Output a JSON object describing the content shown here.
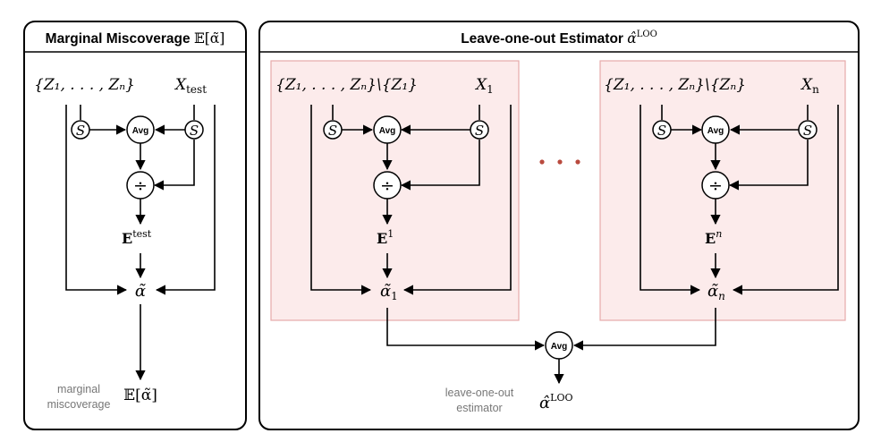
{
  "left_panel": {
    "title": "Marginal Miscoverage",
    "title_math": "𝔼[α̃]",
    "input_set": "{Z₁, . . . , Zₙ}",
    "input_x": "X",
    "input_x_sub": "test",
    "score_symbol": "S",
    "avg_label": "Avg",
    "divide_symbol": "÷",
    "e_label": "E",
    "e_sup": "test",
    "alpha_label": "α̃",
    "output_label": "𝔼[α̃]",
    "caption_line1": "marginal",
    "caption_line2": "miscoverage"
  },
  "right_panel": {
    "title": "Leave-one-out Estimator",
    "title_math": "α̂",
    "title_math_sup": "LOO",
    "block_first": {
      "input_set": "{Z₁, . . . , Zₙ}\\{Z₁}",
      "input_x": "X",
      "input_x_sub": "1",
      "score_symbol": "S",
      "avg_label": "Avg",
      "divide_symbol": "÷",
      "e_label": "E",
      "e_sup": "1",
      "alpha_label": "α̃",
      "alpha_sub": "1"
    },
    "block_last": {
      "input_set": "{Z₁, . . . , Zₙ}\\{Zₙ}",
      "input_x": "X",
      "input_x_sub": "n",
      "score_symbol": "S",
      "avg_label": "Avg",
      "divide_symbol": "÷",
      "e_label": "E",
      "e_sup": "n",
      "alpha_label": "α̃",
      "alpha_sub": "n"
    },
    "final_avg_label": "Avg",
    "output_label": "α̂",
    "output_sup": "LOO",
    "caption_line1": "leave-one-out",
    "caption_line2": "estimator"
  },
  "colors": {
    "block_fill": "#fcebeb",
    "block_border": "#e7a9a9",
    "ellipsis_dots": "#b94a3e",
    "caption": "#777777"
  }
}
